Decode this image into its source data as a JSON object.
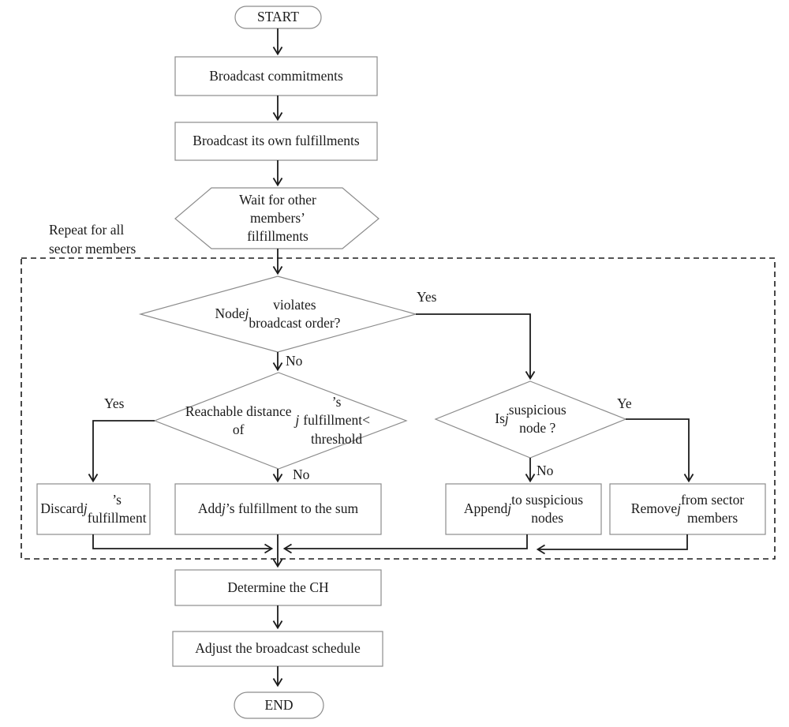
{
  "flowchart": {
    "loop_label": "Repeat for all\nsector members",
    "nodes": {
      "start": "START",
      "broadcast_commitments": "Broadcast commitments",
      "broadcast_fulfillments": "Broadcast its own fulfillments",
      "wait_members": "Wait for other\nmembers’\nfilfillments",
      "violates_order": "Node j violates\nbroadcast order?",
      "reachable_distance": "Reachable distance of\nj’s fulfillment<\nthreshold",
      "is_suspicious": "Is j suspicious\nnode ?",
      "discard_fulfillment": "Discard j’s\nfulfillment",
      "add_fulfillment": "Add j’s fulfillment to the sum",
      "append_suspicious": "Append j to suspicious\nnodes",
      "remove_member": "Remove j from sector\nmembers",
      "determine_ch": "Determine the CH",
      "adjust_schedule": "Adjust the broadcast schedule",
      "end": "END"
    },
    "edge_labels": {
      "violates_yes": "Yes",
      "violates_no": "No",
      "reachable_yes": "Yes",
      "reachable_no": "No",
      "suspicious_yes": "Ye",
      "suspicious_no": "No"
    },
    "colors": {
      "shape_stroke": "#8c8c8c",
      "arrow_stroke": "#1b1b1b",
      "dashed_stroke": "#1b1b1b",
      "background": "#ffffff"
    }
  }
}
